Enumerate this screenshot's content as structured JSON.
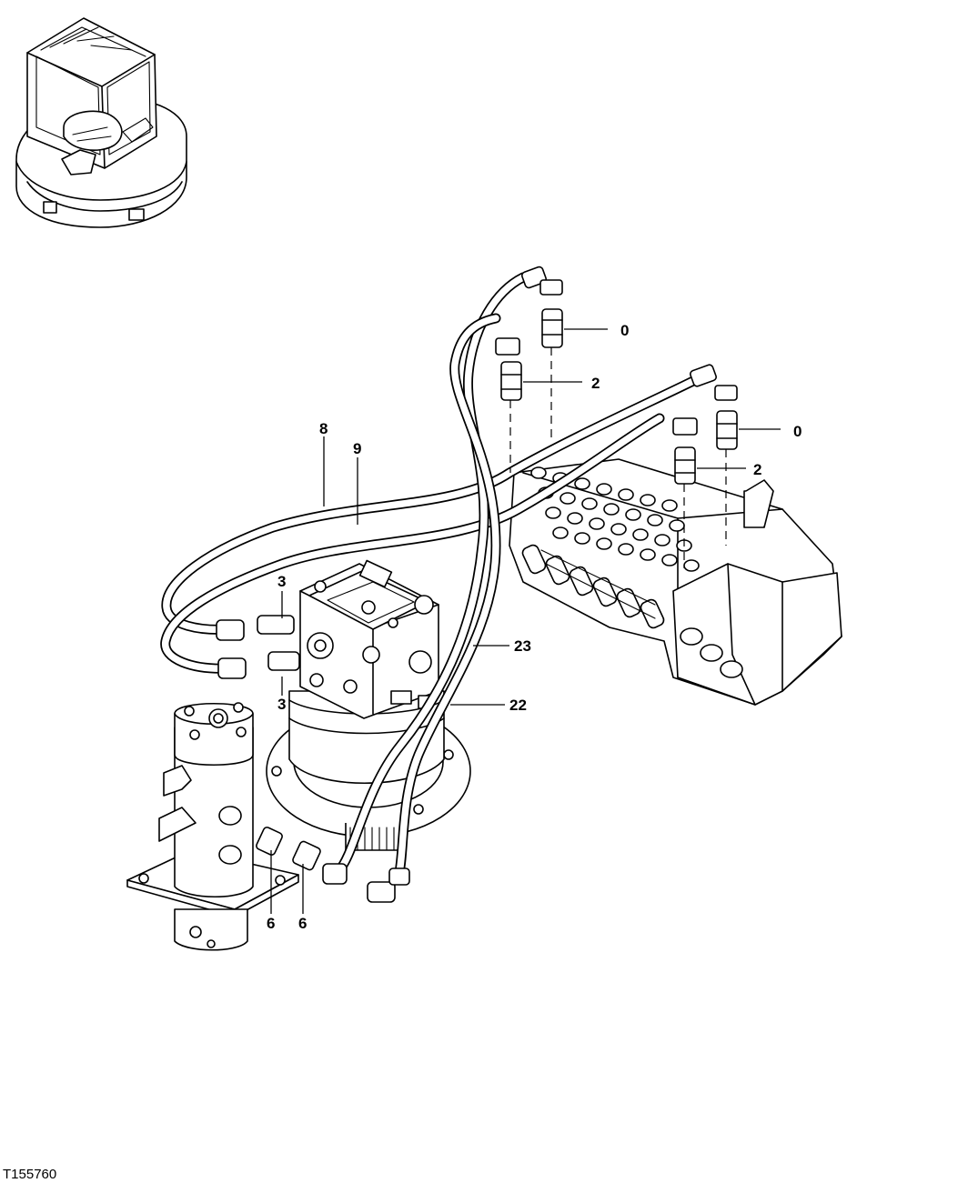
{
  "figure_id": "T155760",
  "callouts": {
    "c0_top": "0",
    "c2_top": "2",
    "c0_right": "0",
    "c2_right": "2",
    "c8": "8",
    "c9": "9",
    "c3_upper": "3",
    "c3_lower": "3",
    "c23": "23",
    "c22": "22",
    "c6_left": "6",
    "c6_right": "6"
  },
  "icons": [
    "excavator-locator-icon",
    "control-valve",
    "swing-motor",
    "center-joint",
    "hydraulic-hose",
    "fitting"
  ]
}
